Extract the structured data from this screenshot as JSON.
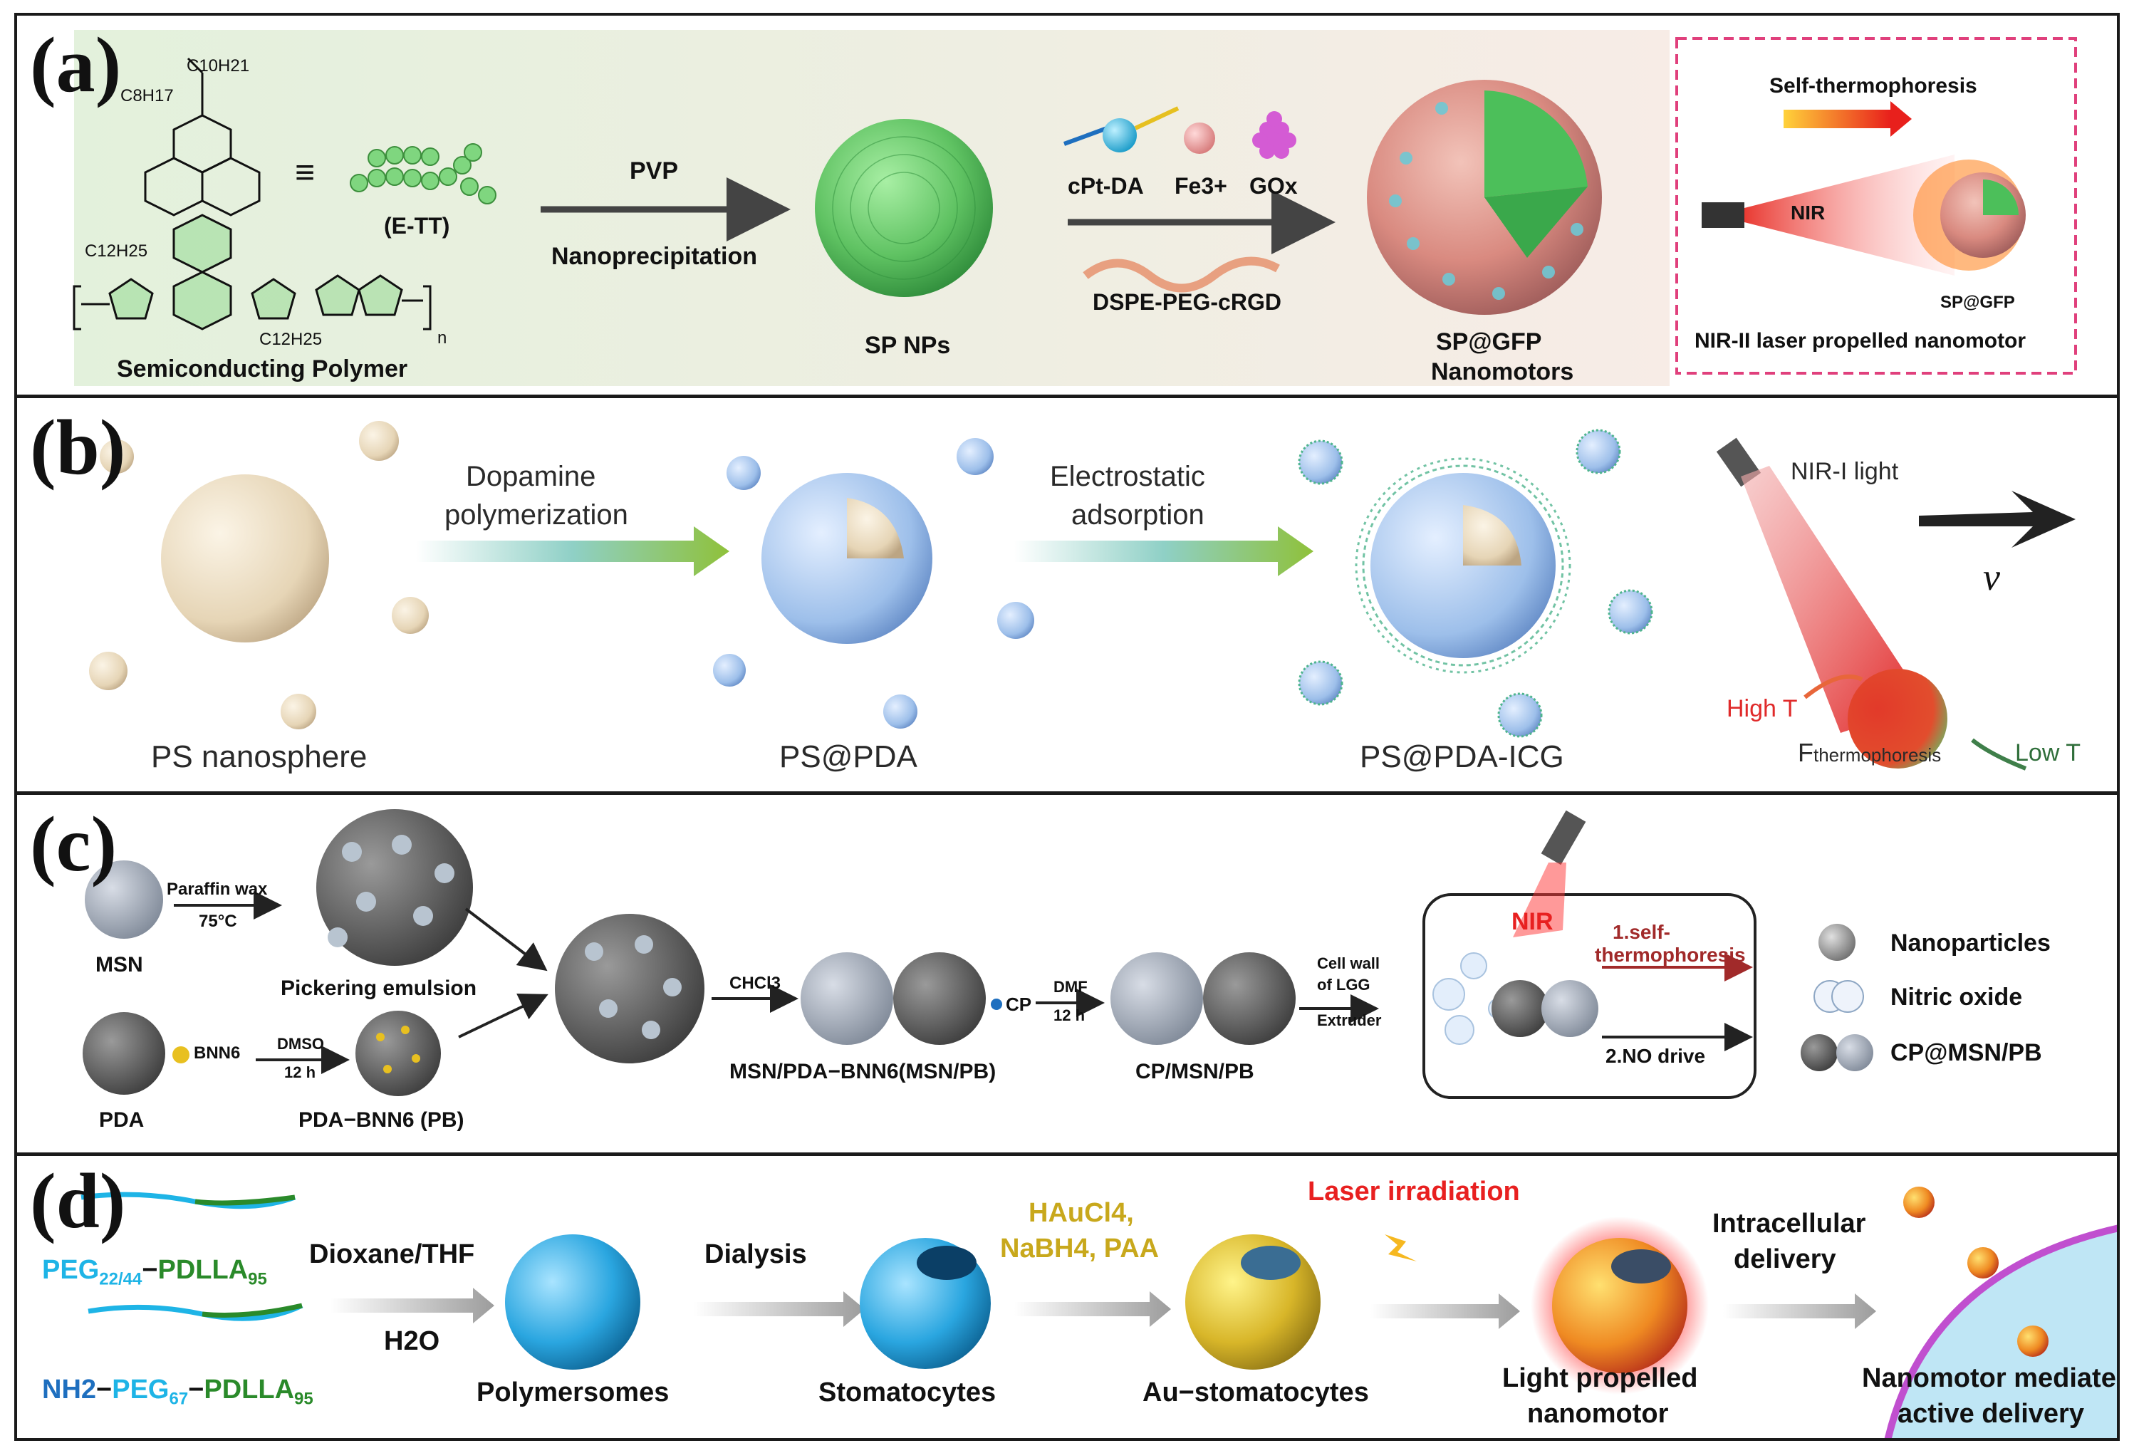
{
  "colors": {
    "panel_a_bg": "#e9f3e4",
    "sp_green": "#66cc66",
    "shell_pink": "#e08a80",
    "shell_cyan": "#6fc8d4",
    "pdb_blue": "#8fb7e8",
    "ps_beige": "#e8d8bd",
    "laser_red": "#e8302a",
    "gold": "#d8b629",
    "ppeg_cyan": "#1eb4e6",
    "pdlla_green": "#2a8a2a",
    "nh2_blue": "#1e6fbf",
    "arrow_grey": "#9c9c9c",
    "dashed_border": "#e0407c"
  },
  "panel_a": {
    "label": "(a)",
    "substituent_c10": "C10H21",
    "substituent_c8": "C8H17",
    "substituent_c12_left": "C12H25",
    "substituent_c12_right": "C12H25",
    "repeat_n": "n",
    "equiv_symbol": "≡",
    "ett_label": "(E-TT)",
    "polymer_caption": "Semiconducting Polymer",
    "arrow1_top": "PVP",
    "arrow1_bottom": "Nanoprecipitation",
    "sp_nps_caption": "SP NPs",
    "reagent1": "cPt-DA",
    "reagent2": "Fe3+",
    "reagent3": "GOx",
    "reagent4": "DSPE-PEG-cRGD",
    "spgfp_caption_line1": "SP@GFP",
    "spgfp_caption_line2": "Nanomotors",
    "inset_title": "Self-thermophoresis",
    "inset_nir": "NIR",
    "inset_spgfp": "SP@GFP",
    "inset_caption": "NIR-II laser propelled nanomotor"
  },
  "panel_b": {
    "label": "(b)",
    "arrow1_line1": "Dopamine",
    "arrow1_line2": "polymerization",
    "arrow2_line1": "Electrostatic",
    "arrow2_line2": "adsorption",
    "caption1": "PS nanosphere",
    "caption2": "PS@PDA",
    "caption3": "PS@PDA-ICG",
    "nir_light": "NIR-I light",
    "velocity": "v",
    "high_t": "High T",
    "low_t": "Low T",
    "force_main": "F",
    "force_sub": "thermophoresis"
  },
  "panel_c": {
    "label": "(c)",
    "msn": "MSN",
    "paraffin": "Paraffin wax",
    "temp": "75°C",
    "pickering": "Pickering emulsion",
    "pda": "PDA",
    "bnn6": "BNN6",
    "dmso": "DMSO",
    "time1": "12 h",
    "pda_bnn6": "PDA−BNN6 (PB)",
    "chcl3": "CHCl3",
    "msn_pda": "MSN/PDA−BNN6(MSN/PB)",
    "cp": "CP",
    "dmf": "DMF",
    "time2": "12 h",
    "cp_msn_pb": "CP/MSN/PB",
    "cellwall_1": "Cell wall",
    "cellwall_2": "of LGG",
    "cellwall_3": "Extruder",
    "nir": "NIR",
    "self_thermo_1": "1.self-",
    "self_thermo_2": "thermophoresis",
    "no_drive": "2.NO drive",
    "legend_nanoparticles": "Nanoparticles",
    "legend_nitric_oxide": "Nitric oxide",
    "legend_cp": "CP@MSN/PB"
  },
  "panel_d": {
    "label": "(d)",
    "peg_prefix": "PEG",
    "peg_sub": "22/44",
    "dash1": "−",
    "pdlla1": "PDLLA",
    "pdlla1_sub": "95",
    "nh2": "NH2",
    "dash2": "−",
    "peg2": "PEG",
    "peg2_sub": "67",
    "dash3": "−",
    "pdlla2": "PDLLA",
    "pdlla2_sub": "95",
    "solvent": "Dioxane/THF",
    "water": "H2O",
    "polymersomes": "Polymersomes",
    "dialysis": "Dialysis",
    "stomatocytes": "Stomatocytes",
    "gold_reagent_1": "HAuCl4,",
    "gold_reagent_2": "NaBH4, PAA",
    "au_stomatocytes": "Au−stomatocytes",
    "laser": "Laser irradiation",
    "light_1": "Light propelled",
    "light_2": "nanomotor",
    "intracellular_1": "Intracellular",
    "intracellular_2": "delivery",
    "mediated_1": "Nanomotor mediated",
    "mediated_2": "active delivery"
  }
}
